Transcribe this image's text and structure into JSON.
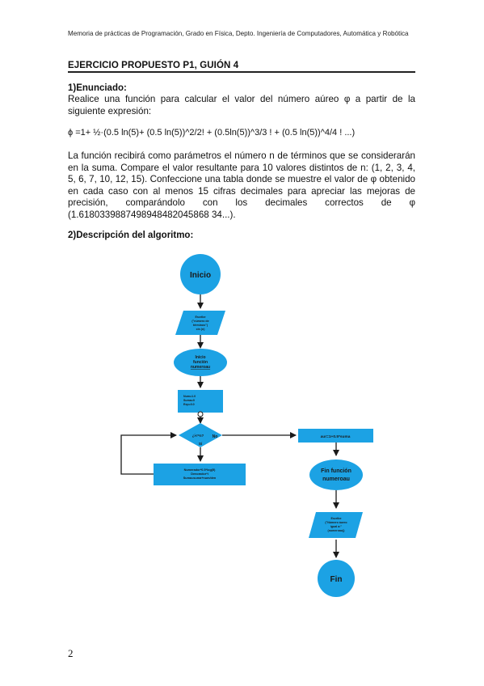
{
  "header": {
    "running_title": "Memoria de prácticas de Programación, Grado en Física, Depto. Ingeniería de Computadores, Automática y Robótica"
  },
  "document": {
    "title": "EJERCICIO PROPUESTO P1, GUIÓN 4",
    "section1_heading": "1)Enunciado:",
    "section1_intro": "Realice una función para calcular el valor del número aúreo φ a partir de la siguiente expresión:",
    "formula": "ϕ =1+ ½·(0.5 ln(5)+ (0.5 ln(5))^2/2! + (0.5ln(5))^3/3 ! + (0.5 ln(5))^4/4 ! ...)",
    "section1_body": "La función recibirá como parámetros el número n de términos que se considerarán en la suma. Compare el valor resultante para 10 valores distintos de n: (1, 2, 3, 4, 5, 6, 7, 10, 12, 15). Confeccione una tabla donde se muestre el valor de φ obtenido en cada caso con al menos 15 cifras decimales para apreciar las mejoras de precisión, comparándolo con los decimales correctos de φ (1.6180339887498948482045868 34...).",
    "section2_heading": "2)Descripción del algoritmo:",
    "page_number": "2"
  },
  "flowchart": {
    "colors": {
      "shape_fill": "#1ca2e4",
      "line": "#1a1a1a"
    },
    "start_label": "Inicio",
    "input_label": [
      "Escribe",
      "(\"número de",
      "términos\")",
      "cin (n)"
    ],
    "call_label": [
      "Inicio",
      "función",
      "numeroau"
    ],
    "init_label": [
      "Num=1.0",
      "Suma=0",
      "Exp=0.0"
    ],
    "decision_label": "¿i<=n?",
    "decision_no": "No",
    "decision_si": "Sí",
    "loop_body_label": [
      "Numerador*0.5*log(5)",
      "Denomdor*i",
      "Suma=suma+num/den"
    ],
    "result_label": "aur=1+0.5*suma",
    "end_function_label": [
      "Fin función",
      "numeroau"
    ],
    "output_label": [
      "Escribe",
      "(\"Número áureo",
      "igual a:\"",
      "(numeroau))"
    ],
    "end_label": "Fin"
  }
}
